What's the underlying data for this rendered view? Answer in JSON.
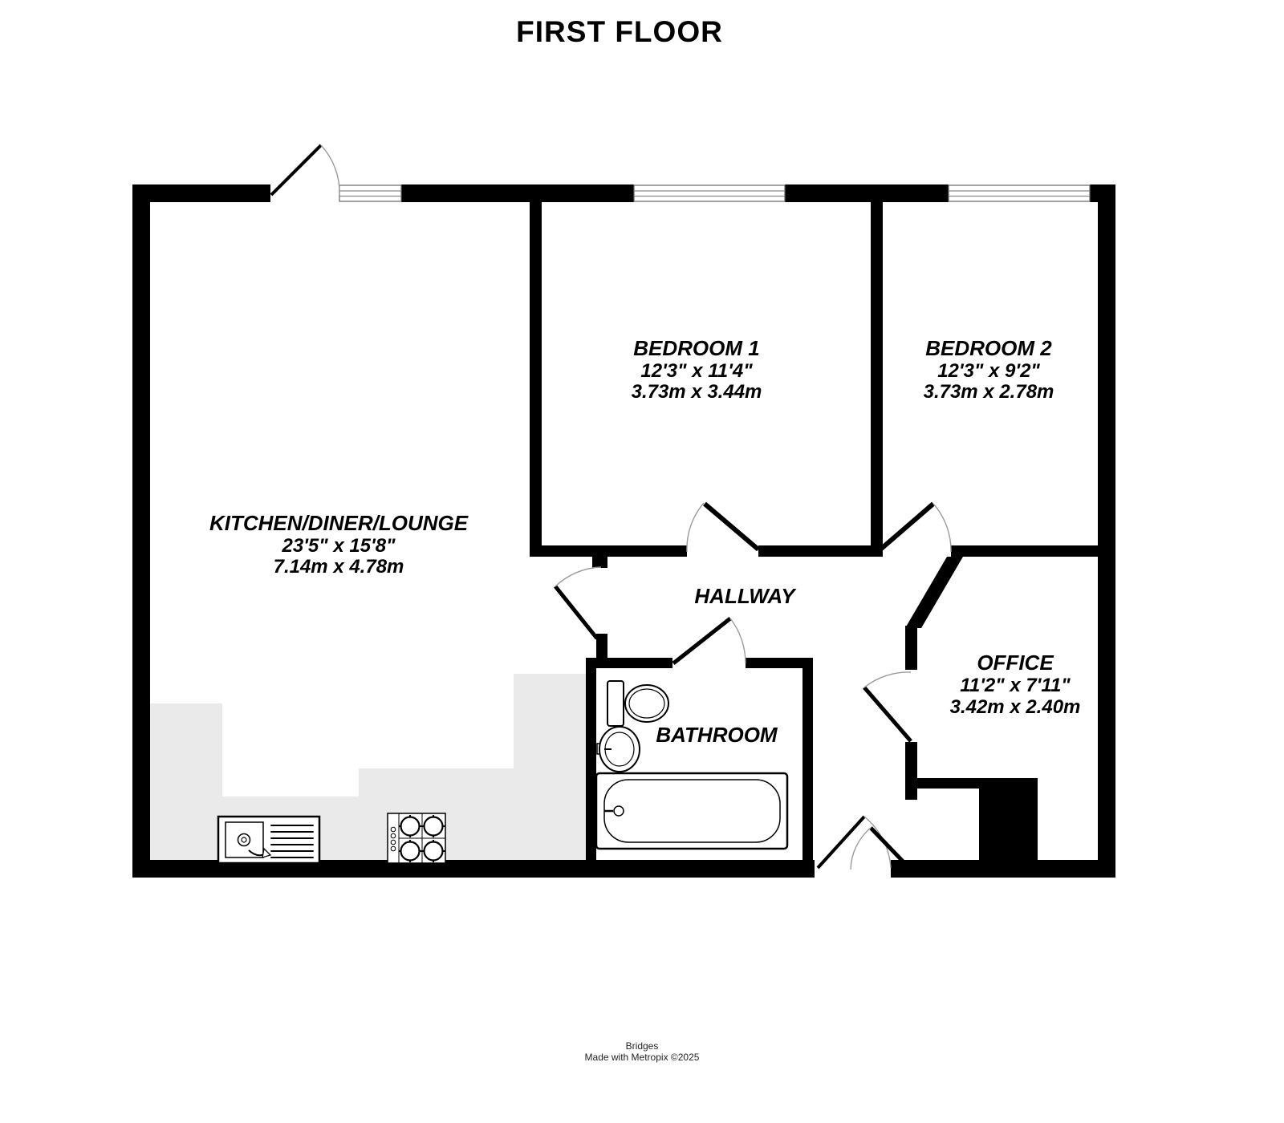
{
  "title": "FIRST FLOOR",
  "rooms": {
    "kitchen": {
      "name": "KITCHEN/DINER/LOUNGE",
      "imperial": "23'5\"  x 15'8\"",
      "metric": "7.14m  x 4.78m"
    },
    "bedroom1": {
      "name": "BEDROOM 1",
      "imperial": "12'3\"  x 11'4\"",
      "metric": "3.73m  x 3.44m"
    },
    "bedroom2": {
      "name": "BEDROOM 2",
      "imperial": "12'3\"  x 9'2\"",
      "metric": "3.73m  x 2.78m"
    },
    "hallway": {
      "name": "HALLWAY"
    },
    "bathroom": {
      "name": "BATHROOM"
    },
    "office": {
      "name": "OFFICE",
      "imperial": "11'2\"  x 7'11\"",
      "metric": "3.42m  x 2.40m"
    }
  },
  "footer": {
    "line1": "Bridges",
    "line2": "Made with Metropix ©2025"
  },
  "colors": {
    "wall": "#000000",
    "counter": "#eaeaea",
    "window_line": "#888888",
    "door_arc": "#9a9a9a",
    "background": "#ffffff"
  }
}
